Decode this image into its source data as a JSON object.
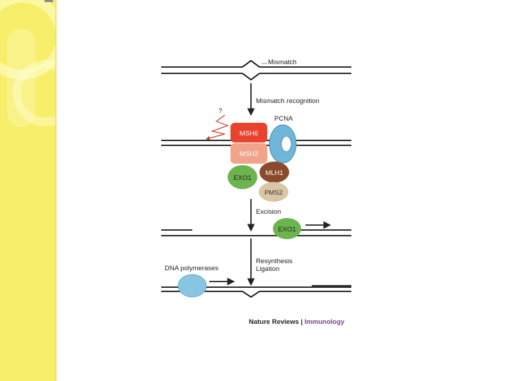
{
  "diagram": {
    "labels": {
      "mismatch": "Mismatch",
      "mismatch_recognition": "Mismatch recognition",
      "question": "?",
      "pcna": "PCNA",
      "excision": "Excision",
      "resynthesis": "Resynthesis",
      "ligation": "Ligation",
      "dna_polymerases": "DNA polymerases"
    },
    "proteins": {
      "msh6": "MSH6",
      "msh2": "MSH2",
      "exo1": "EXO1",
      "mlh1": "MLH1",
      "pms2": "PMS2",
      "exo1_excision": "EXO1"
    },
    "credit": {
      "journal": "Nature Reviews",
      "separator": "|",
      "section": "Immunology"
    },
    "colors": {
      "msh6": "#e8432e",
      "msh2": "#f2a48a",
      "exo1": "#6cb44e",
      "mlh1": "#8b4a2a",
      "pms2": "#d9c6a4",
      "pcna": "#6fb6d9",
      "polymerase": "#86c6e0",
      "lightning": "#d8432e",
      "credit_section": "#7a3f98"
    }
  }
}
